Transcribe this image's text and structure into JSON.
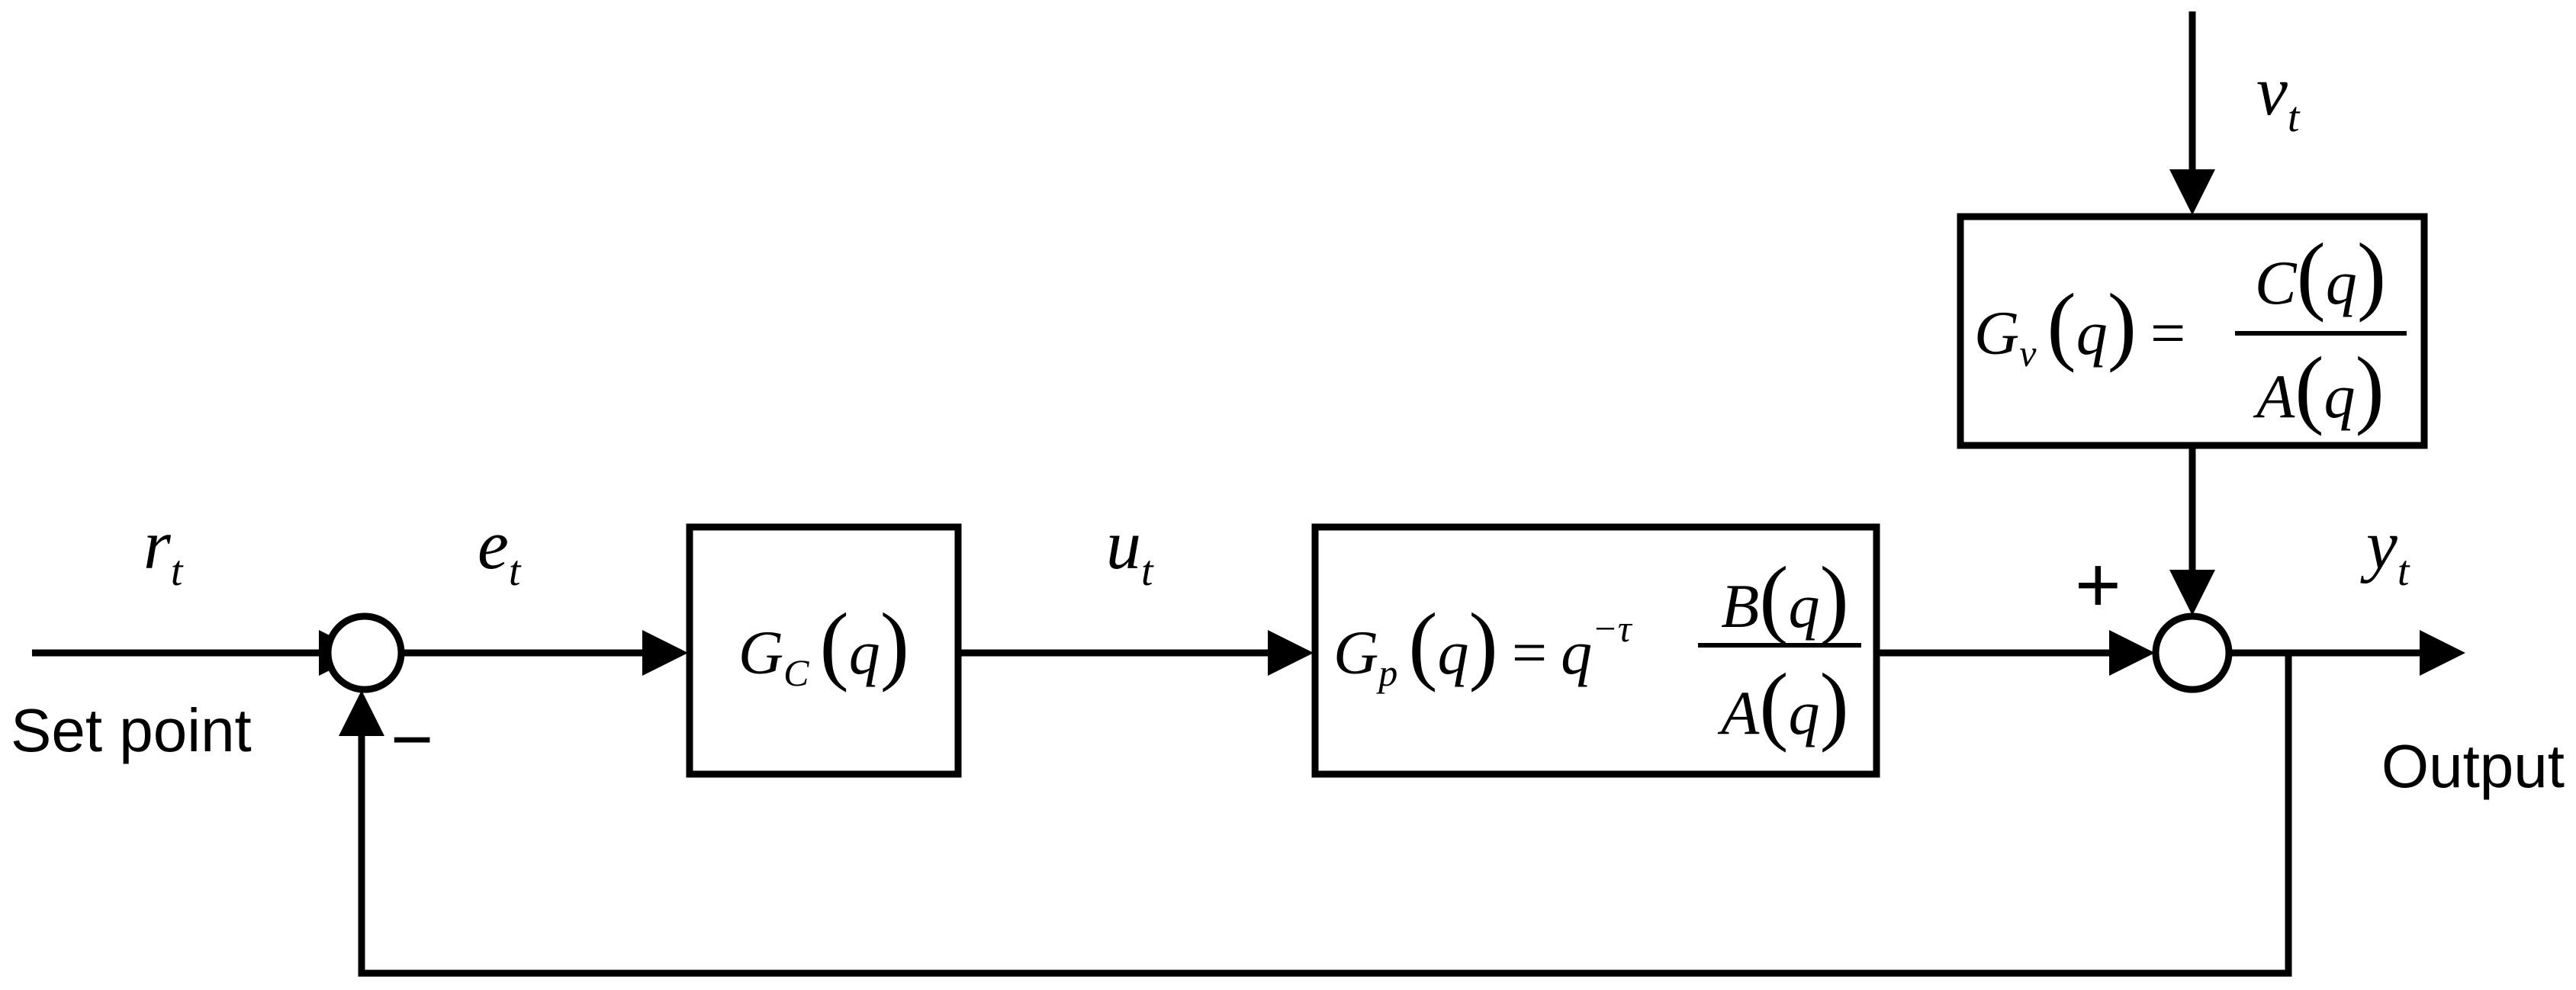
{
  "signals": {
    "reference": {
      "base": "r",
      "sub": "t"
    },
    "error": {
      "base": "e",
      "sub": "t"
    },
    "control": {
      "base": "u",
      "sub": "t"
    },
    "output": {
      "base": "y",
      "sub": "t"
    },
    "disturbance": {
      "base": "v",
      "sub": "t"
    }
  },
  "labels": {
    "set_point": "Set point",
    "output": "Output",
    "feedback_sign": "−",
    "disturbance_sign": "+"
  },
  "blocks": {
    "controller": {
      "G": "G",
      "sub": "C",
      "arg": "q"
    },
    "plant": {
      "G": "G",
      "sub": "p",
      "arg": "q",
      "delay_base": "q",
      "delay_exp": "−τ",
      "num": "B",
      "den": "A"
    },
    "noise": {
      "G": "G",
      "sub": "v",
      "arg": "q",
      "num": "C",
      "den": "A"
    }
  },
  "symbols": {
    "open": "(",
    "close": ")",
    "equals": "="
  }
}
